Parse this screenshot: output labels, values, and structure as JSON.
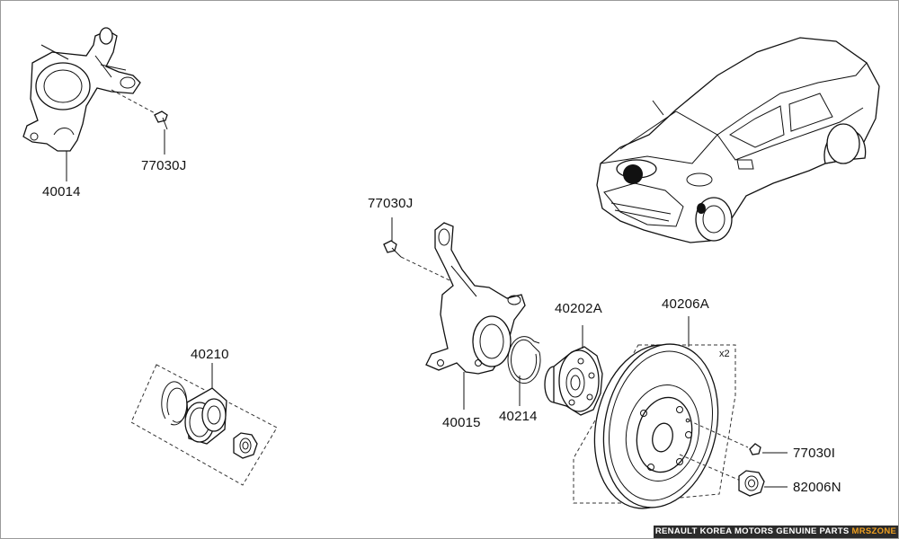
{
  "parts": {
    "knuckle_left": "40014",
    "bolt_top_left": "77030J",
    "bolt_center": "77030J",
    "bearing_kit": "40210",
    "knuckle_right": "40015",
    "snap_ring": "40214",
    "hub": "40202A",
    "disc": "40206A",
    "disc_screw": "77030I",
    "hub_nut": "82006N"
  },
  "disc_quantity": "x2",
  "footer": {
    "text": "RENAULT KOREA MOTORS GENUINE PARTS",
    "brand": "MRSZONE"
  },
  "colors": {
    "footer_bg": "#2b2b2b",
    "brand": "#f0a020"
  }
}
